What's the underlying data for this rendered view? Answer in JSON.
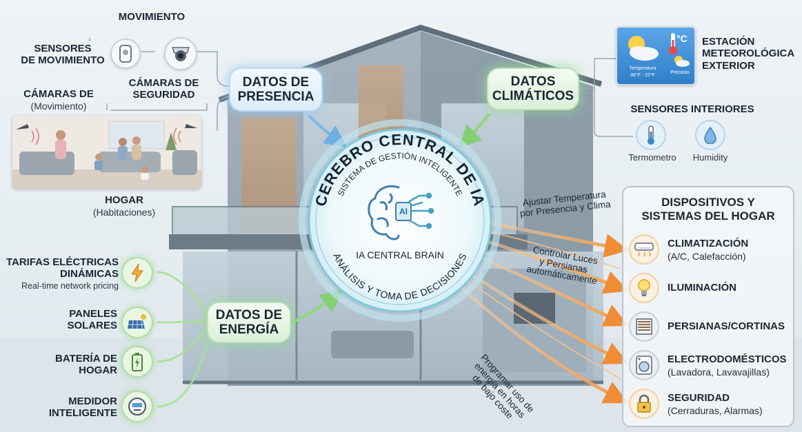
{
  "presence": {
    "pill": "DATOS DE\nPRESENCIA",
    "movimiento_header": "MOVIMIENTO",
    "sensores": "SENSORES\nDE MOVIMIENTO",
    "camaras": "CÁMARAS DE\nSEGURIDAD",
    "camaras_mov_title": "CÁMARAS DE",
    "camaras_mov_sub": "(Movimiento)",
    "hogar_title": "HOGAR",
    "hogar_sub": "(Habitaciones)"
  },
  "climate": {
    "pill": "DATOS\nCLIMÁTICOS",
    "station": "ESTACIÓN\nMETEOROLÓGICA\nEXTERIOR",
    "weather_temp_label": "Temperatura",
    "weather_temp_value": "38°F - 22°F",
    "weather_forecast": "Precasto",
    "weather_unit": "°C",
    "interiores": "SENSORES INTERIORES",
    "termometro": "Termometro",
    "humidity": "Humidity",
    "humedad": "Humidity"
  },
  "energy": {
    "pill": "DATOS DE\nENERGÍA",
    "tarifas": "TARIFAS ELÉCTRICAS\nDINÁMICAS",
    "tarifas_sub": "Real-time network pricing",
    "paneles": "PANELES\nSOLARES",
    "bateria": "BATERÍA DE\nHOGAR",
    "medidor": "MEDIDOR\nINTELIGENTE"
  },
  "brain": {
    "title": "CEREBRO CENTRAL DE IA",
    "subtitle": "SISTEMA DE GESTIÓN INTELIGENTE",
    "chip": "AI",
    "label": "IA CENTRAL BRAIN",
    "bottom": "ANÁLISIS Y TOMA DE DECISIONES"
  },
  "actions": {
    "a1": "Ajustar Temperatura\npor Presencia y Clima",
    "a2": "Controlar Luces\ny Persianas\nautomáticamente",
    "a3": "Programar uso de\nenergía en horas\nde bajo coste"
  },
  "devices": {
    "header": "DISPOSITIVOS Y\nSISTEMAS DEL HOGAR",
    "items": [
      {
        "title": "CLIMATIZACIÓN",
        "sub": "(A/C, Calefacción)",
        "icon": "ac-icon"
      },
      {
        "title": "ILUMINACIÓN",
        "sub": "",
        "icon": "bulb-icon"
      },
      {
        "title": "PERSIANAS/CORTINAS",
        "sub": "",
        "icon": "blinds-icon"
      },
      {
        "title": "ELECTRODOMÉSTICOS",
        "sub": "(Lavadora, Lavavajillas)",
        "icon": "washer-icon"
      },
      {
        "title": "SEGURIDAD",
        "sub": "(Cerraduras, Alarmas)",
        "icon": "lock-icon"
      }
    ]
  },
  "colors": {
    "presence": "#7fb8e6",
    "energy": "#8fd87c",
    "output": "#f2a55a",
    "brain_ring": "#7ec9df"
  }
}
